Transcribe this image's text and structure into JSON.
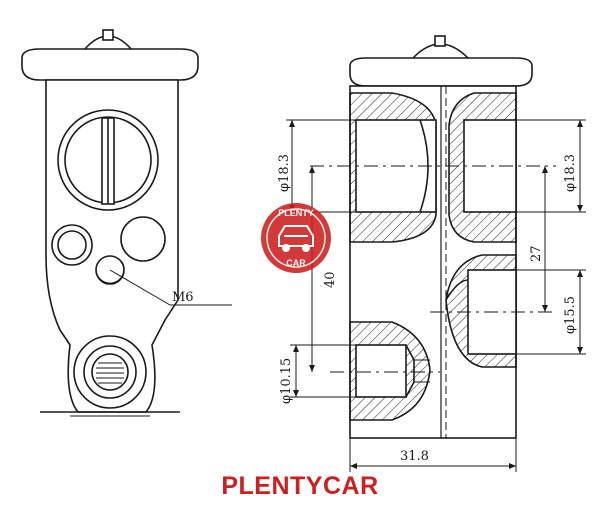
{
  "colors": {
    "ink": "#1a1a1a",
    "brand_red": "#cc1f1f",
    "hatch": "#222222"
  },
  "dimensions": {
    "dia_18_3_left": "φ18.3",
    "dia_18_3_right": "φ18.3",
    "dia_15_5": "φ15.5",
    "dia_10_15": "φ10.15",
    "len_27": "27",
    "len_40": "40",
    "width_31_8": "31.8",
    "thread_m6": "M6"
  },
  "logo": {
    "top_text": "PLENTY",
    "bottom_text": "CAR"
  },
  "brand": {
    "caption": "PLENTYCAR"
  }
}
